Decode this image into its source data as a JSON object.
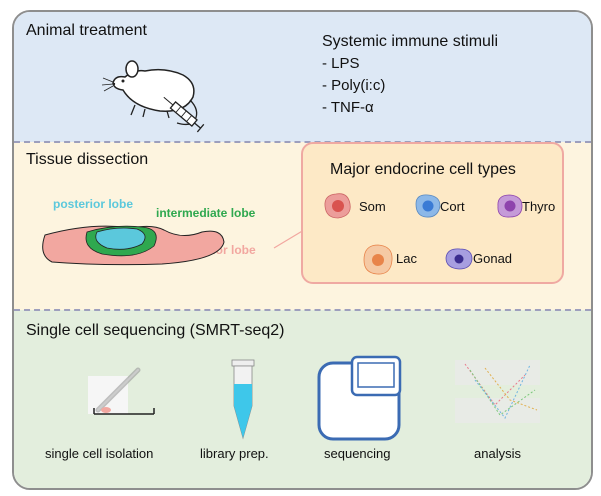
{
  "panels": {
    "animal": {
      "title": "Animal treatment",
      "stimuli_title": "Systemic immune stimuli",
      "stimuli": [
        "- LPS",
        "- Poly(i:c)",
        "- TNF-α"
      ]
    },
    "tissue": {
      "title": "Tissue dissection",
      "lobes": {
        "posterior": "posterior lobe",
        "intermediate": "intermediate lobe",
        "anterior": "anterior lobe"
      },
      "cell_types_title": "Major endocrine cell types",
      "cell_types": [
        {
          "label": "Som",
          "color": "#d9534f"
        },
        {
          "label": "Cort",
          "color": "#3a7bd5"
        },
        {
          "label": "Thyro",
          "color": "#8e44ad"
        },
        {
          "label": "Lac",
          "color": "#e8844a"
        },
        {
          "label": "Gonad",
          "color": "#5b4db3"
        }
      ]
    },
    "sequencing": {
      "title": "Single cell sequencing (SMRT-seq2)",
      "steps": [
        "single cell isolation",
        "library prep.",
        "sequencing",
        "analysis"
      ]
    }
  },
  "colors": {
    "panel1_bg": "#dde8f5",
    "panel2_bg": "#fdf4df",
    "panel3_bg": "#e3eedd",
    "posterior_lobe": "#5bc8dc",
    "intermediate_lobe": "#2fa84f",
    "anterior_lobe": "#f2a7a0"
  }
}
